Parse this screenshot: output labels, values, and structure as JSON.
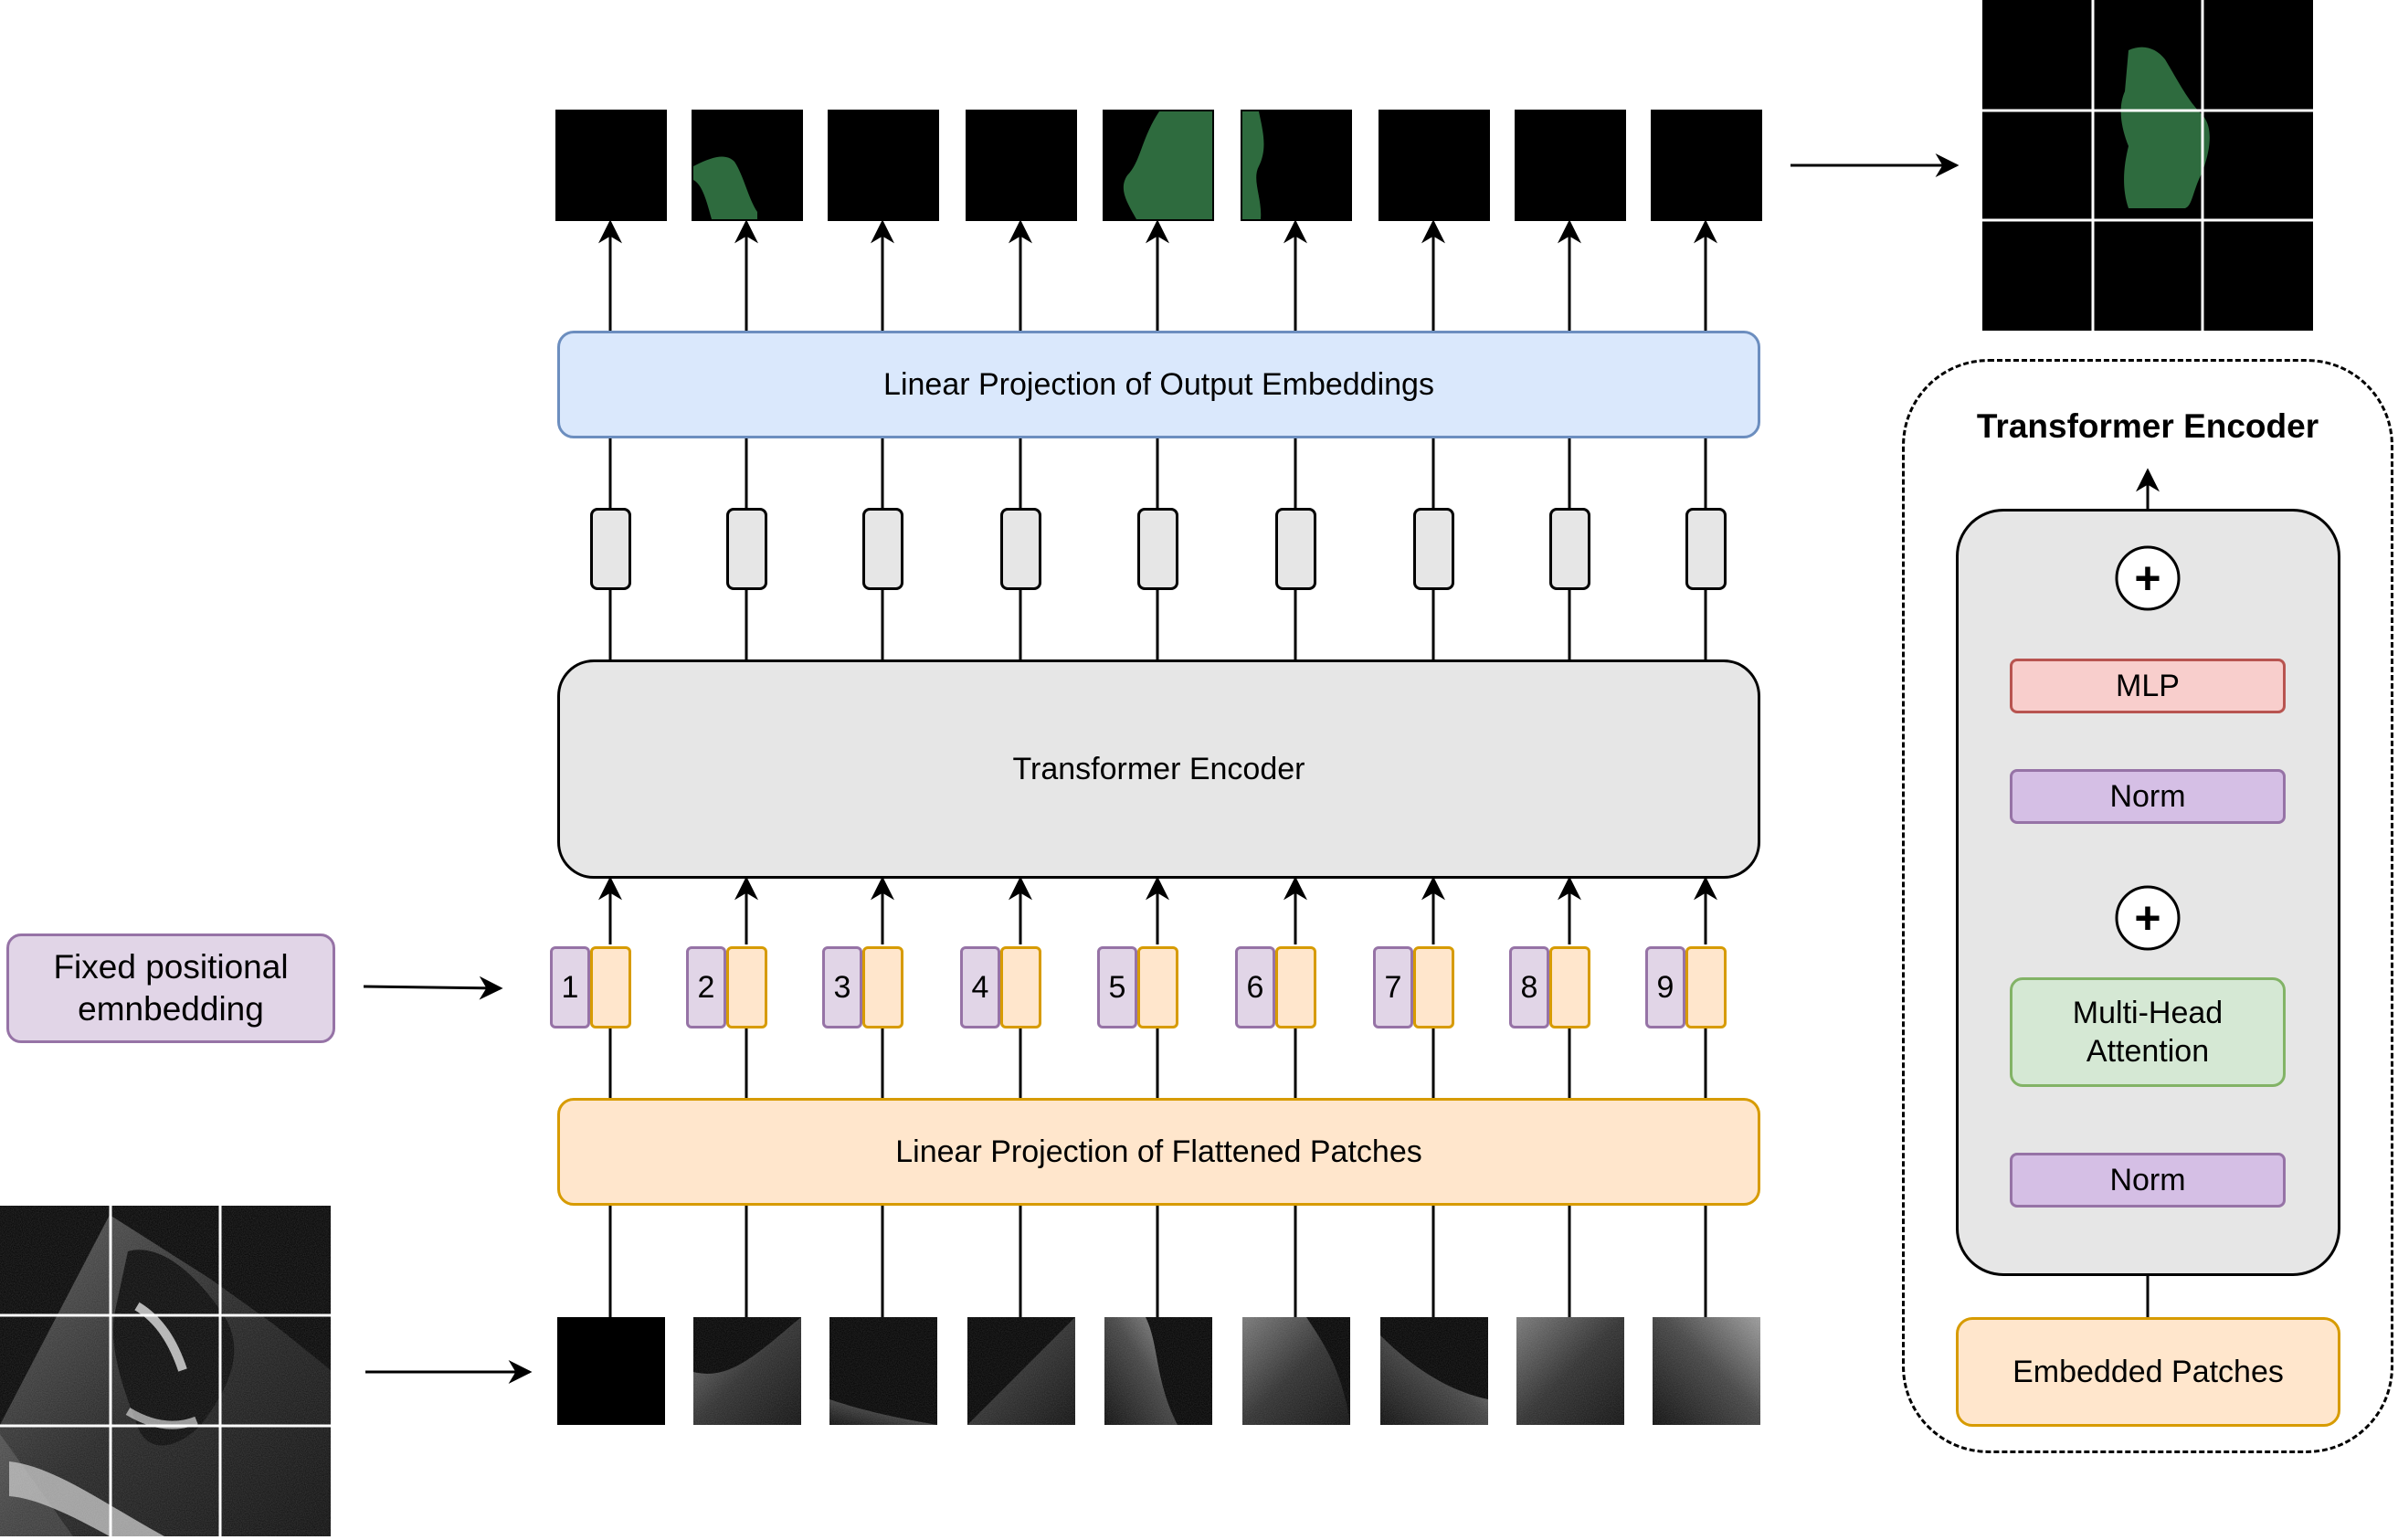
{
  "main": {
    "output_projection_label": "Linear Projection of Output Embeddings",
    "encoder_label": "Transformer Encoder",
    "input_projection_label": "Linear Projection of Flattened Patches",
    "positional_embedding_label": "Fixed positional emnbedding",
    "patch_numbers": [
      "1",
      "2",
      "3",
      "4",
      "5",
      "6",
      "7",
      "8",
      "9"
    ]
  },
  "encoder_detail": {
    "title": "Transformer Encoder",
    "mlp_label": "MLP",
    "norm_label": "Norm",
    "attention_label": "Multi-Head Attention",
    "input_label": "Embedded Patches",
    "add_symbol": "+"
  },
  "colors": {
    "segmentation": "#2e6b3e",
    "output_projection_fill": "#dae8fc",
    "input_projection_fill": "#ffe6cc",
    "positional_fill": "#e1d5e7"
  }
}
